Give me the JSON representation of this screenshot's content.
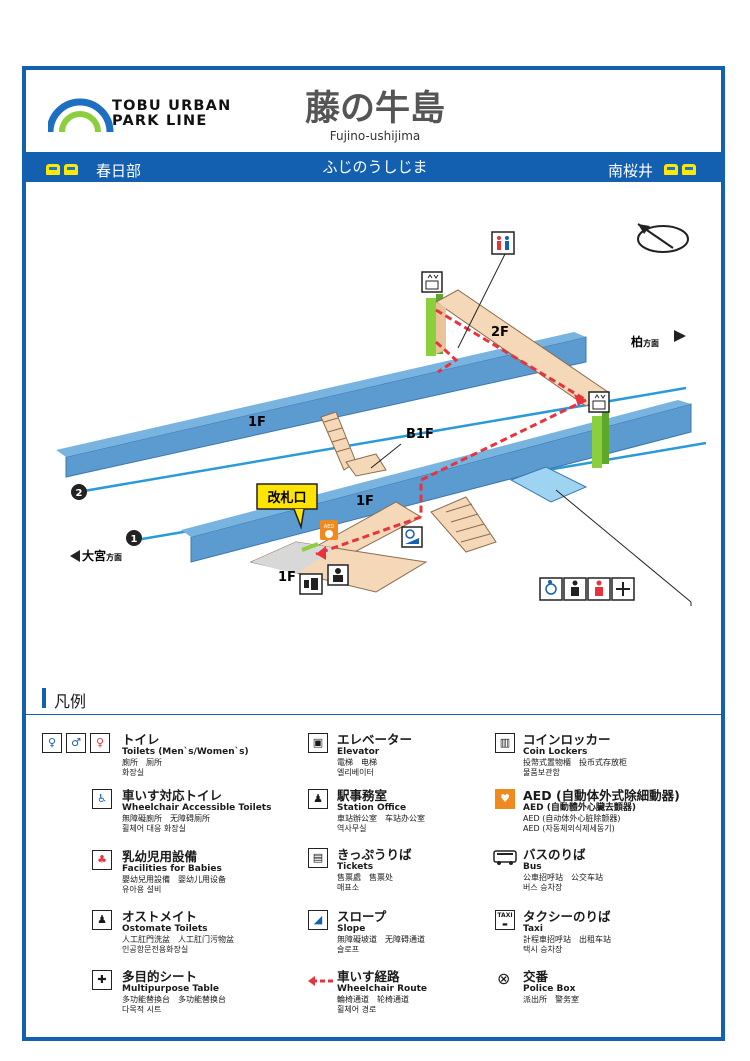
{
  "header": {
    "brand_line1": "TOBU URBAN",
    "brand_line2": "PARK LINE",
    "station_jp": "藤の牛島",
    "station_roman": "Fujino-ushijima",
    "station_kana": "ふじのうしじま",
    "left_direction": "春日部",
    "right_direction": "南桜井"
  },
  "map": {
    "label_2f": "2F",
    "label_1f_upper": "1F",
    "label_1f_lower": "1F",
    "label_1f_gate": "1F",
    "label_b1f": "B1F",
    "gate_label": "改札口",
    "dir_kashiwa": "柏",
    "dir_kashiwa_suffix": "方面",
    "dir_omiya": "大宮",
    "dir_omiya_suffix": "方面",
    "track_1": "1",
    "track_2": "2",
    "aed_small": "AED"
  },
  "legend": {
    "title": "凡例",
    "items": [
      {
        "jp": "トイレ",
        "en": "Toilets (Men`s/Women`s)",
        "zh": "廁所　厕所",
        "ko": "화장실"
      },
      {
        "jp": "車いす対応トイレ",
        "en": "Wheelchair Accessible Toilets",
        "zh": "無障礙廁所　无障碍厕所",
        "ko": "휠체어 대응 화장실"
      },
      {
        "jp": "乳幼児用設備",
        "en": "Facilities for Babies",
        "zh": "嬰幼兒用設備　婴幼儿用设备",
        "ko": "유아용 설비"
      },
      {
        "jp": "オストメイト",
        "en": "Ostomate Toilets",
        "zh": "人工肛門洗盆　人工肛门污物盆",
        "ko": "인공항문전용화장실"
      },
      {
        "jp": "多目的シート",
        "en": "Multipurpose Table",
        "zh": "多功能替換台　多功能替换台",
        "ko": "다목적 시트"
      },
      {
        "jp": "エレベーター",
        "en": "Elevator",
        "zh": "電梯　电梯",
        "ko": "엘리베이터"
      },
      {
        "jp": "駅事務室",
        "en": "Station Office",
        "zh": "車站辦公室　车站办公室",
        "ko": "역사무실"
      },
      {
        "jp": "きっぷうりば",
        "en": "Tickets",
        "zh": "售票處　售票处",
        "ko": "매표소"
      },
      {
        "jp": "スロープ",
        "en": "Slope",
        "zh": "無障礙坡道　无障碍通道",
        "ko": "슬로프"
      },
      {
        "jp": "車いす経路",
        "en": "Wheelchair Route",
        "zh": "輪椅通道　轮椅通道",
        "ko": "휠체어 경로"
      },
      {
        "jp": "コインロッカー",
        "en": "Coin Lockers",
        "zh": "投幣式置物櫃　投币式存放柜",
        "ko": "물품보관함"
      },
      {
        "jp": "AED (自動体外式除細動器)",
        "en": "AED (自動體外心臟去顫器)",
        "zh": "AED (自动体外心脏除颤器)",
        "ko": "AED (자동체외식제세동기)"
      },
      {
        "jp": "バスのりば",
        "en": "Bus",
        "zh": "公車招呼站　公交车站",
        "ko": "버스 승차장"
      },
      {
        "jp": "タクシーのりば",
        "en": "Taxi",
        "zh": "計程車招呼站　出租车站",
        "ko": "택시 승차장"
      },
      {
        "jp": "交番",
        "en": "Police Box",
        "zh": "派出所　警务室",
        "ko": "파출소"
      }
    ],
    "taxi_sign": "TAXI"
  },
  "colors": {
    "brand_blue": "#1460b0",
    "platform_blue": "#5b9bd0",
    "concourse": "#f5d8b8",
    "route_red": "#e8333c",
    "gate_yellow": "#ffe400",
    "elevator_green": "#8ccf3c"
  }
}
